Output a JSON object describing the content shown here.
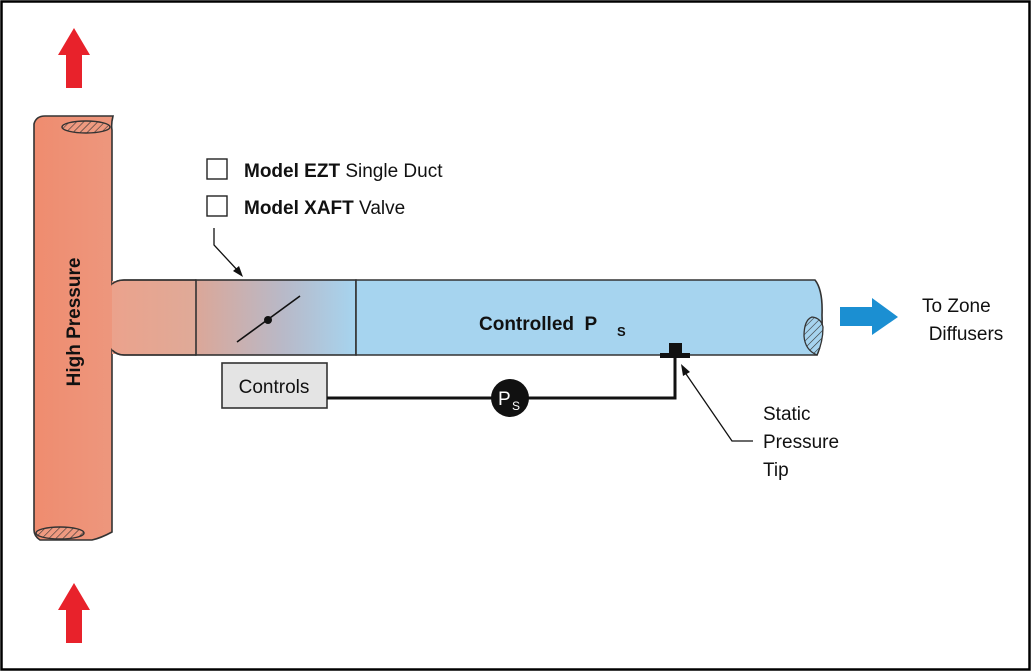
{
  "checkboxes": [
    {
      "model": "Model EZT",
      "suffix": " Single Duct"
    },
    {
      "model": "Model XAFT",
      "suffix": " Valve"
    }
  ],
  "labels": {
    "high_pressure": "High Pressure",
    "controlled_main": "Controlled  P",
    "controlled_sub": "S",
    "controls": "Controls",
    "ps_main": "P",
    "ps_sub": "S",
    "to_zone_line1": "To Zone",
    "to_zone_line2": "Diffusers",
    "static_line1": "Static",
    "static_line2": "Pressure",
    "static_line3": "Tip"
  },
  "colors": {
    "high_pressure_duct": "#ee8e72",
    "controlled_duct": "#a6d4ef",
    "up_arrow": "#e8222b",
    "flow_arrow": "#1b8fd2",
    "controls_box": "#e4e4e4"
  },
  "icons": {
    "up_arrows": "up-arrow-icon",
    "flow_arrow": "right-arrow-icon",
    "damper": "damper-icon"
  }
}
